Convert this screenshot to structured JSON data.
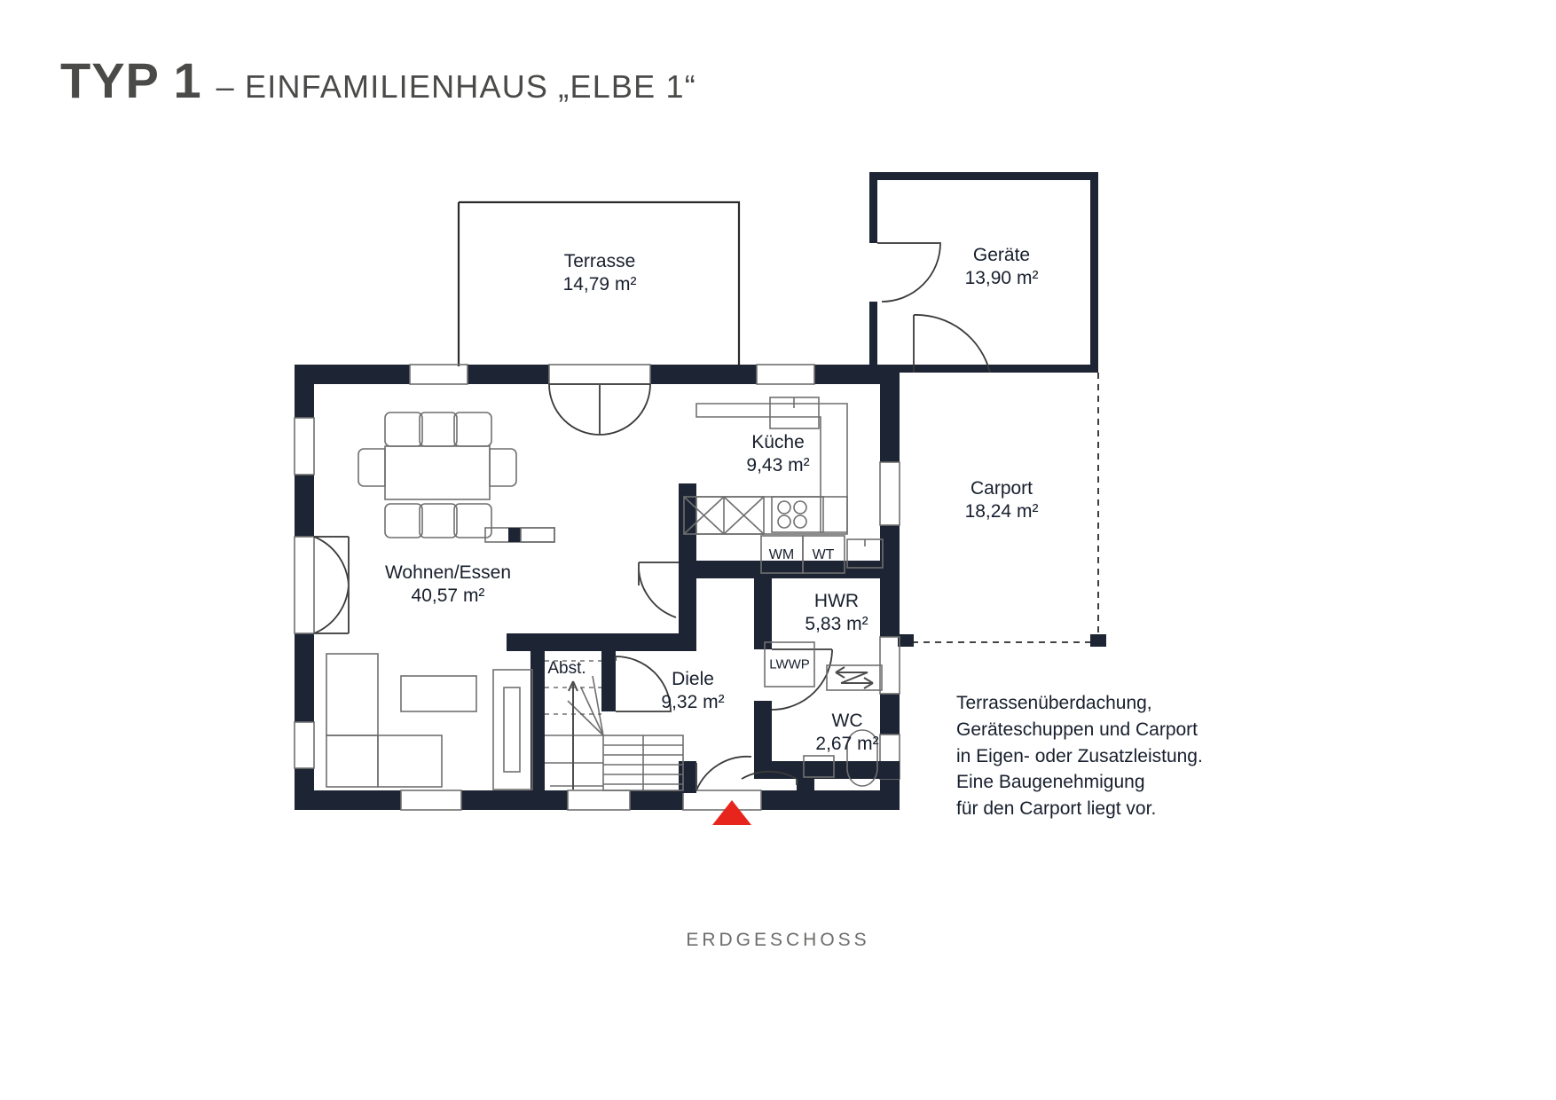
{
  "title": {
    "main": "TYP 1",
    "sub": "– EINFAMILIENHAUS „ELBE 1“"
  },
  "floor_caption": "ERDGESCHOSS",
  "note": "Terrassenüberdachung,\nGeräteschuppen und Carport\nin Eigen- oder Zusatzleistung.\nEine Baugenehmigung\nfür den Carport liegt vor.",
  "unit": "m²",
  "rooms": [
    {
      "id": "terrasse",
      "name": "Terrasse",
      "area": "14,79 m²"
    },
    {
      "id": "geraete",
      "name": "Geräte",
      "area": "13,90 m²"
    },
    {
      "id": "carport",
      "name": "Carport",
      "area": "18,24 m²"
    },
    {
      "id": "kueche",
      "name": "Küche",
      "area": "9,43 m²"
    },
    {
      "id": "wohnen-essen",
      "name": "Wohnen/Essen",
      "area": "40,57 m²"
    },
    {
      "id": "hwr",
      "name": "HWR",
      "area": "5,83 m²"
    },
    {
      "id": "diele",
      "name": "Diele",
      "area": "9,32 m²"
    },
    {
      "id": "wc",
      "name": "WC",
      "area": "2,67 m²"
    },
    {
      "id": "abst",
      "name": "Abst.",
      "area": ""
    }
  ],
  "appliances": [
    {
      "id": "wm",
      "label": "WM"
    },
    {
      "id": "wt",
      "label": "WT"
    },
    {
      "id": "lwwp",
      "label": "LWWP"
    }
  ],
  "colors": {
    "wall": "#1d2433",
    "line": "#6f6f6f",
    "text": "#171f2d",
    "title": "#4a4a48",
    "caption": "#6d6d6b",
    "entry_marker": "#e8251d",
    "background": "#ffffff"
  },
  "markers": [
    {
      "id": "entry-marker",
      "name": "entrance-arrow",
      "color": "#e8251d"
    }
  ]
}
